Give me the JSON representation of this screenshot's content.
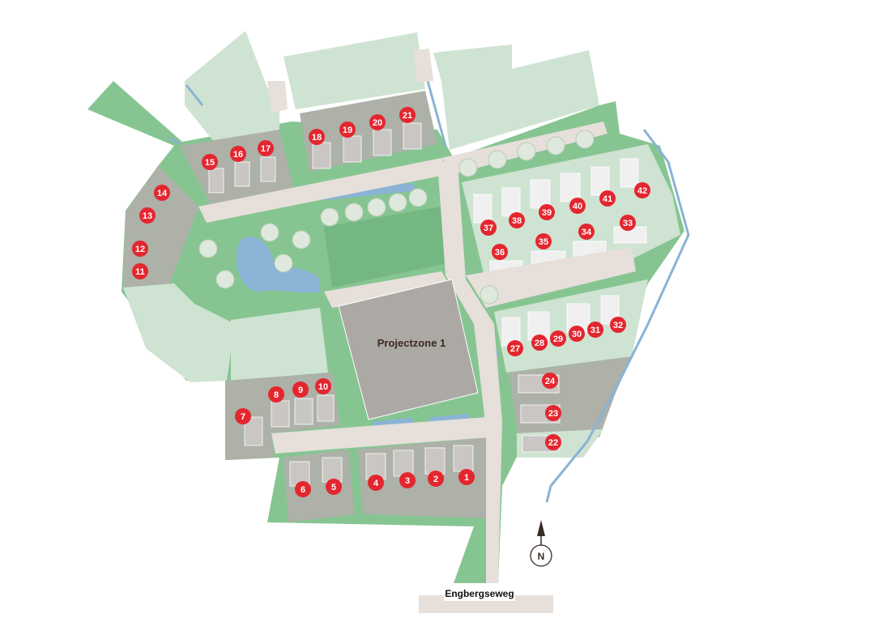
{
  "map": {
    "project_zone_label": "Projectzone 1",
    "road_label": "Engbergseweg",
    "north_label": "N",
    "lots": [
      "1",
      "2",
      "3",
      "4",
      "5",
      "6",
      "7",
      "8",
      "9",
      "10",
      "11",
      "12",
      "13",
      "14",
      "15",
      "16",
      "17",
      "18",
      "19",
      "20",
      "21",
      "22",
      "23",
      "24",
      "27",
      "28",
      "29",
      "30",
      "31",
      "32",
      "33",
      "34",
      "35",
      "36",
      "37",
      "38",
      "39",
      "40",
      "41",
      "42"
    ],
    "colors": {
      "green": "#86c592",
      "light_green": "#cfe3d2",
      "plot_gray": "#adb1a8",
      "house": "#c9c6c3",
      "road": "#e6dfda",
      "water": "#8ab3d6",
      "zone": "#aca8a3",
      "marker": "#e4262f"
    }
  }
}
